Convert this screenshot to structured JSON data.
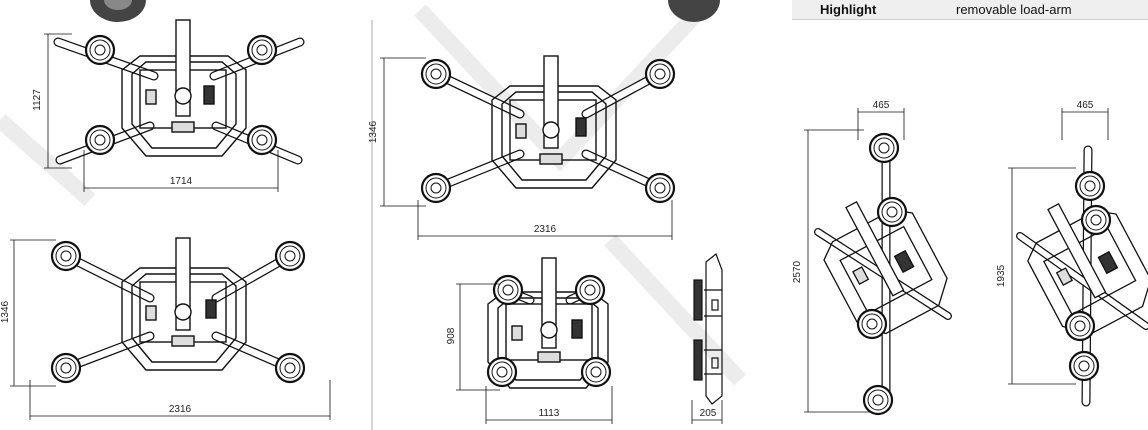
{
  "spec_table": {
    "rows": [
      {
        "label": "Highlight",
        "value": "removable load-arm"
      }
    ]
  },
  "dimensions": {
    "view1": {
      "height": "1127",
      "width": "1714"
    },
    "view2": {
      "height": "1346",
      "width": "2316"
    },
    "view3": {
      "height": "1346",
      "width": "2316"
    },
    "view4": {
      "height": "908",
      "width": "1113"
    },
    "side_view": {
      "depth": "205"
    },
    "view5": {
      "width": "465",
      "height": "2570"
    },
    "view6": {
      "width": "465",
      "height": "1935"
    }
  }
}
